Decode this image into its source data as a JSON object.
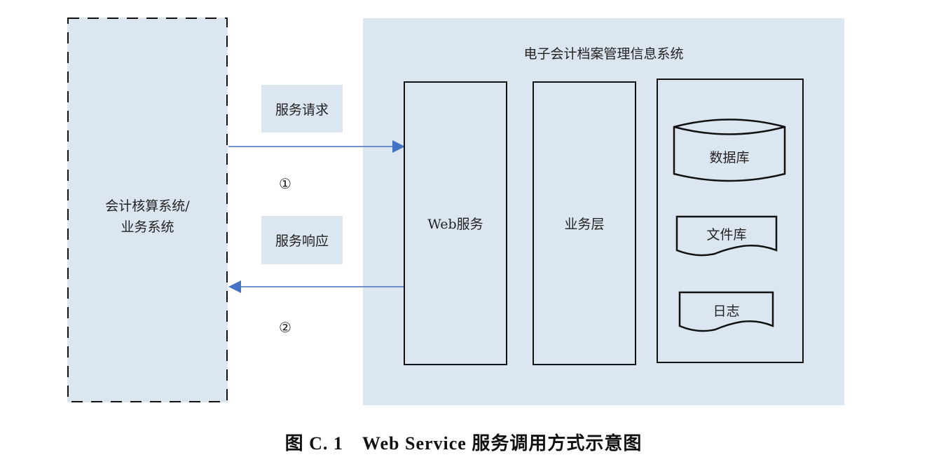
{
  "diagram": {
    "left_system": {
      "label_line1": "会计核算系统/",
      "label_line2": "业务系统",
      "border_style": "dashed"
    },
    "request": {
      "label": "服务请求",
      "step": "①",
      "direction": "left-system → web-service"
    },
    "response": {
      "label": "服务响应",
      "step": "②",
      "direction": "web-service → left-system"
    },
    "main_system": {
      "title": "电子会计档案管理信息系统",
      "web_service": "Web服务",
      "business_layer": "业务层",
      "storage": {
        "database": "数据库",
        "file_store": "文件库",
        "log": "日志"
      }
    },
    "caption": "图 C. 1　Web Service 服务调用方式示意图"
  },
  "colors": {
    "panel_fill": "#dce6f0",
    "arrow": "#4472c4",
    "border": "#111111"
  }
}
